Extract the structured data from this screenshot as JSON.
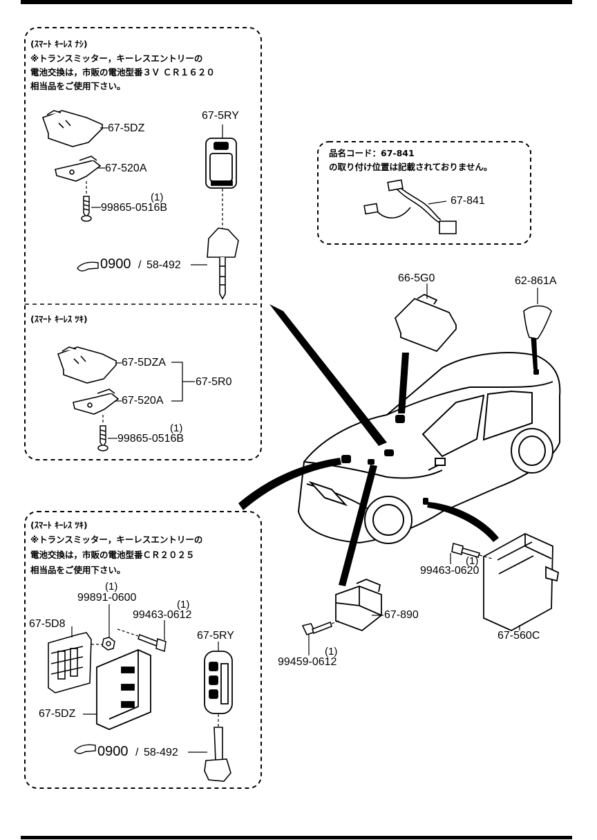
{
  "panel_top": {
    "header": "(ｽﾏｰﾄ ｷｰﾚｽ ﾅｼ)",
    "note_lines": [
      "※トランスミッター，キーレスエントリーの",
      "電池交換は，市販の電池型番３Ｖ ＣＲ１６２０",
      "相当品をご使用下さい。"
    ],
    "parts": [
      "67-5DZ",
      "67-520A",
      "99865-0516B",
      "(1)",
      "67-5RY"
    ],
    "reference": {
      "code": "0900",
      "page": "58-492"
    }
  },
  "panel_middle": {
    "header": "(ｽﾏｰﾄ ｷｰﾚｽ ﾂｷ)",
    "parts": [
      "67-5DZA",
      "67-520A",
      "67-5R0",
      "99865-0516B",
      "(1)"
    ]
  },
  "panel_bottom": {
    "header": "(ｽﾏｰﾄ ｷｰﾚｽ ﾂｷ)",
    "note_lines": [
      "※トランスミッター，キーレスエントリーの",
      "電池交換は，市販の電池型番ＣＲ２０２５",
      "相当品をご使用下さい。"
    ],
    "parts": [
      "99891-0600",
      "(1)",
      "99463-0612",
      "(1)",
      "67-5D8",
      "67-5RY",
      "67-5DZ"
    ],
    "reference": {
      "code": "0900",
      "page": "58-492"
    }
  },
  "panel_harness": {
    "note_lines": [
      "品名コード：67-841",
      "の取り付け位置は記載されておりません。"
    ],
    "part": "67-841"
  },
  "vehicle_parts": {
    "antenna": "66-5G0",
    "cover": "62-861A",
    "bolt_right": "99463-0620",
    "bolt_right_qty": "(1)",
    "module": "67-560C",
    "relay": "67-890",
    "bolt_left": "99459-0612",
    "bolt_left_qty": "(1)"
  }
}
